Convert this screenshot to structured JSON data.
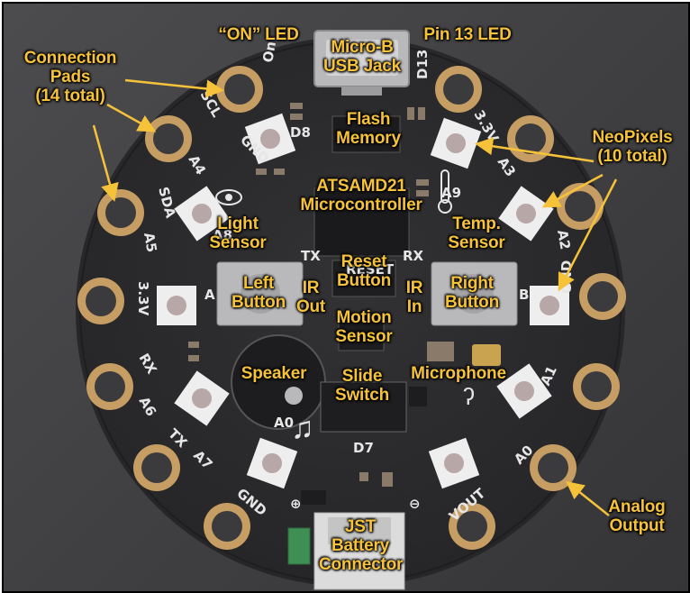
{
  "colors": {
    "background": "#444446",
    "board": "#2b2b2d",
    "pad_gold": "#c69d63",
    "callout_text": "#f5c23a",
    "arrow": "#f5c23a",
    "silkscreen": "#e6e6e6"
  },
  "callouts": {
    "on_led": "“ON” LED",
    "usb_jack": "Micro-B\nUSB Jack",
    "pin13_led": "Pin 13 LED",
    "connection_pads": "Connection\nPads\n(14 total)",
    "flash_memory": "Flash\nMemory",
    "neopixels": "NeoPixels\n(10 total)",
    "microcontroller": "ATSAMD21\nMicrocontroller",
    "light_sensor": "Light\nSensor",
    "temp_sensor": "Temp.\nSensor",
    "left_button": "Left\nButton",
    "ir_out": "IR\nOut",
    "reset_button": "Reset\nButton",
    "ir_in": "IR\nIn",
    "right_button": "Right\nButton",
    "motion_sensor": "Motion\nSensor",
    "speaker": "Speaker",
    "slide_switch": "Slide\nSwitch",
    "microphone": "Microphone",
    "analog_output": "Analog\nOutput",
    "jst_battery": "JST\nBattery\nConnector"
  },
  "silkscreen": {
    "on": "On",
    "d13": "D13",
    "gnd_top": "GND",
    "d8": "D8",
    "v33_top": "3.3V",
    "scl": "SCL",
    "a4": "A4",
    "a3": "A3",
    "sda": "SDA",
    "a9": "A9",
    "a5": "A5",
    "a2": "A2",
    "a8": "A8",
    "tx_top": "TX",
    "rx_top": "RX",
    "reset": "RESET",
    "v33_left": "3.3V",
    "a_left": "A",
    "b_right": "B",
    "gnd_right": "GND",
    "rx_left": "RX",
    "a1": "A1",
    "a6": "A6",
    "tx_left": "TX",
    "a7": "A7",
    "a0_left": "A0",
    "d7": "D7",
    "a0_right": "A0",
    "gnd_bottom": "GND",
    "vout": "VOUT",
    "plus": "⊕",
    "minus": "⊖"
  }
}
